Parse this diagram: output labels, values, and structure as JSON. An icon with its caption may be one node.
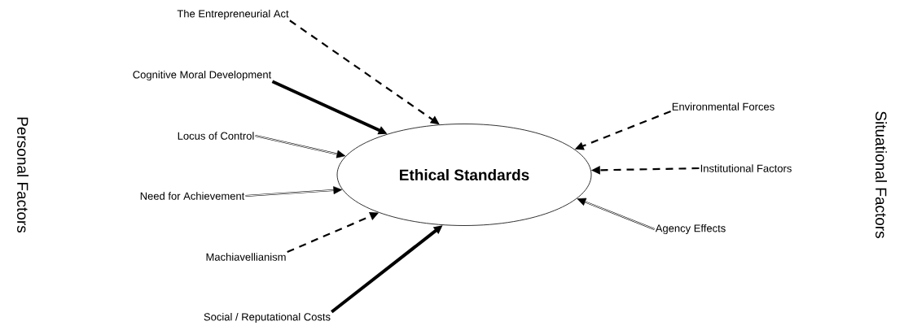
{
  "diagram": {
    "nodes": [
      {
        "text": [
          "Ethical Standards"
        ]
      },
      {
        "text": [
          "The Entrepreneurial Act"
        ]
      },
      {
        "text": [
          "Cognitive Moral Development"
        ]
      },
      {
        "text": [
          "Locus of Control"
        ]
      },
      {
        "text": [
          "Need for Achievement"
        ]
      },
      {
        "text": [
          "Machiavellianism"
        ]
      },
      {
        "text": [
          "Social / Reputational Costs"
        ]
      },
      {
        "text": [
          "Environmental Forces"
        ]
      },
      {
        "text": [
          "Institutional Factors"
        ]
      },
      {
        "text": [
          "Agency Effects"
        ]
      }
    ],
    "edges": [
      {
        "from": 1,
        "to": 0,
        "arrow": "to",
        "style": "dashed"
      },
      {
        "from": 2,
        "to": 0,
        "arrow": "to",
        "style": "thick"
      },
      {
        "from": 3,
        "to": 0,
        "arrow": "to"
      },
      {
        "from": 4,
        "to": 0,
        "arrow": "to"
      },
      {
        "from": 5,
        "to": 0,
        "arrow": "to",
        "style": "dashed"
      },
      {
        "from": 6,
        "to": 0,
        "arrow": "to",
        "style": "thick"
      },
      {
        "from": 7,
        "to": 0,
        "arrow": "to",
        "style": "dashed"
      },
      {
        "from": 8,
        "to": 0,
        "arrow": "to",
        "style": "dashed"
      },
      {
        "from": 9,
        "to": 0,
        "arrow": "to"
      }
    ],
    "labels": [
      "Personal Factors",
      "Situational Factors"
    ]
  }
}
